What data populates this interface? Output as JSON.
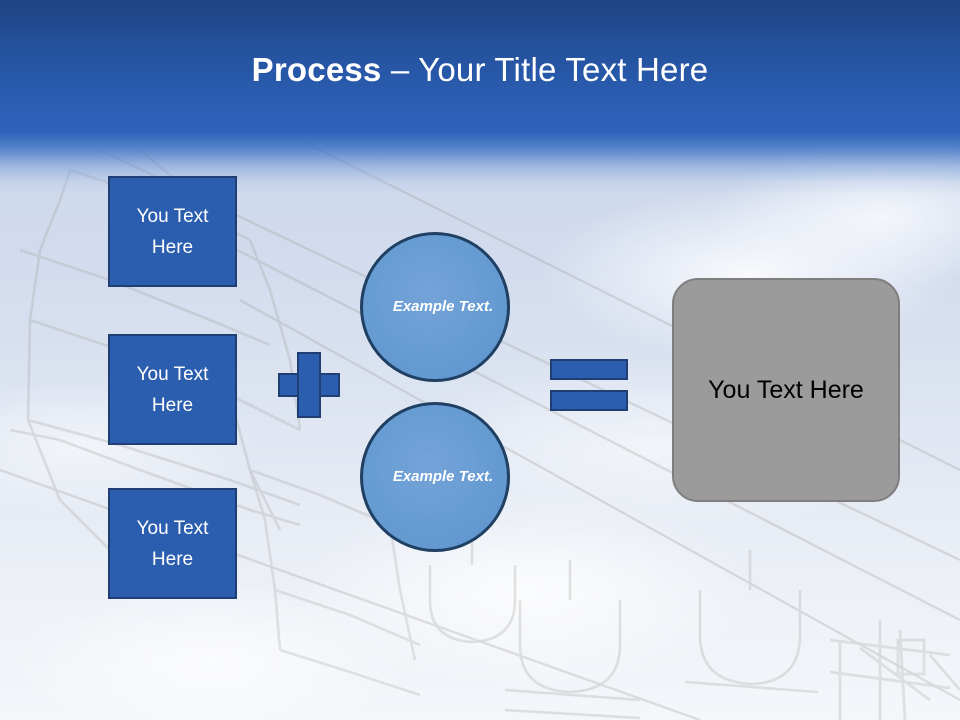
{
  "slide": {
    "title": {
      "bold_part": "Process",
      "regular_part": " – Your Title Text Here"
    },
    "background": {
      "description": "faded ski chairlift against sky",
      "band_color": "#2a5cb0",
      "sky_color": "#cfdaee"
    }
  },
  "inputs": {
    "boxes": [
      {
        "label": "You Text Here"
      },
      {
        "label": "You Text Here"
      },
      {
        "label": "You Text Here"
      }
    ],
    "fill_color": "#2c5eb0",
    "border_color": "#1f3f74",
    "text_color": "#ffffff"
  },
  "operators": {
    "plus": {
      "symbol": "+",
      "name": "plus-operator",
      "color": "#2c5eb0"
    },
    "equals": {
      "symbol": "=",
      "name": "equals-operator",
      "color": "#2c5eb0"
    }
  },
  "circles": [
    {
      "label": "Example Text.",
      "fill_color": "#689ad3",
      "border_color": "#1f3f63"
    },
    {
      "label": "Example Text.",
      "fill_color": "#689ad3",
      "border_color": "#1f3f63"
    }
  ],
  "result": {
    "label": "You Text Here",
    "fill_color": "#9b9b9b",
    "border_color": "#7e7e7e",
    "text_color": "#000000"
  }
}
